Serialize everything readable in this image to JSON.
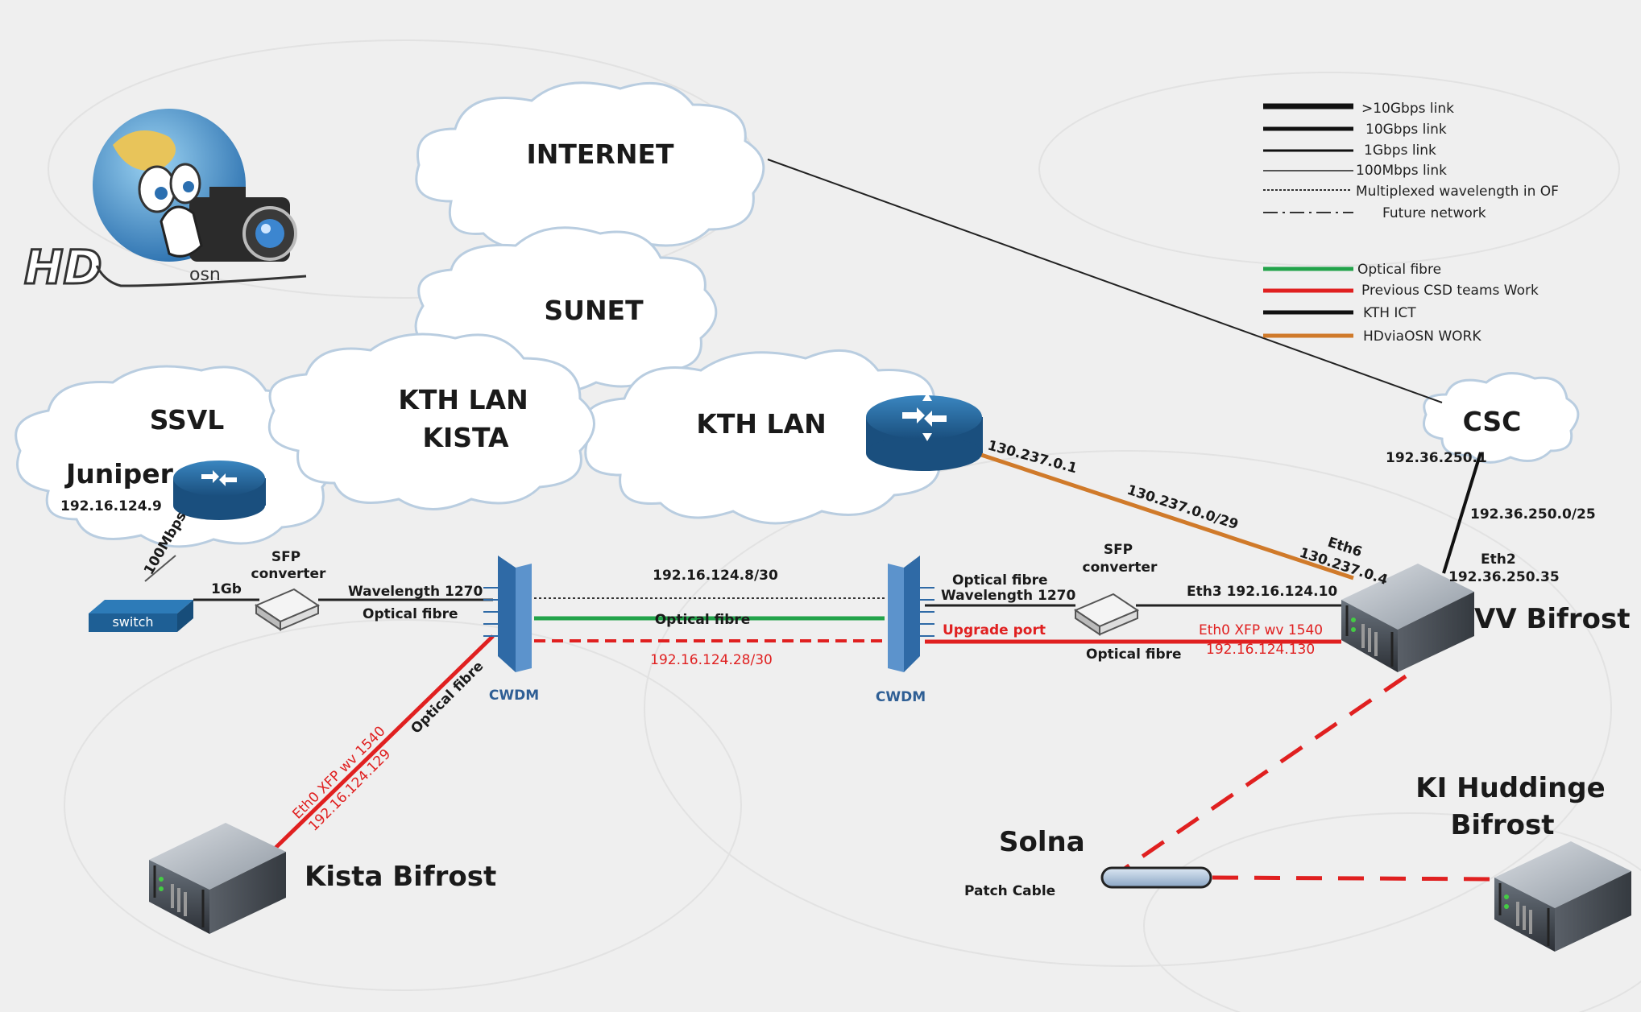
{
  "colors": {
    "optical_fibre": "#22a34a",
    "previous_csd": "#e02020",
    "kth_ict": "#111111",
    "hdviaosn": "#d07a2a",
    "cwdm": "#2f6aa6",
    "router": "#1f5f8f",
    "background": "#efefef"
  },
  "logo": {
    "text": "HD",
    "subtext": "osn"
  },
  "clouds": {
    "internet": "INTERNET",
    "sunet": "SUNET",
    "kth_lan_kista_1": "KTH LAN",
    "kth_lan_kista_2": "KISTA",
    "kth_lan": "KTH LAN",
    "ssvl": "SSVL",
    "csc": "CSC"
  },
  "juniper": {
    "label": "Juniper",
    "ip": "192.16.124.9"
  },
  "switch": {
    "label": "switch"
  },
  "links": {
    "link_100mbps": "100Mbps",
    "link_1gb": "1Gb",
    "sfp_left_1": "SFP",
    "sfp_left_2": "converter",
    "wavelength_left": "Wavelength 1270",
    "optical_fibre_left": "Optical fibre",
    "subnet_top": "192.16.124.8/30",
    "optical_fibre_mid": "Optical fibre",
    "subnet_red": "192.16.124.28/30",
    "cwdm_left": "CWDM",
    "cwdm_right": "CWDM",
    "optical_fibre_right_1": "Optical fibre",
    "wavelength_right": "Wavelength 1270",
    "upgrade_port": "Upgrade port",
    "sfp_right_1": "SFP",
    "sfp_right_2": "converter",
    "eth3": "Eth3 192.16.124.10",
    "eth0_vv_1": "Eth0 XFP wv 1540",
    "eth0_vv_2": "192.16.124.130",
    "optical_fibre_right_2": "Optical fibre",
    "router_ip": "130.237.0.1",
    "router_subnet": "130.237.0.0/29",
    "eth6_1": "Eth6",
    "eth6_2": "130.237.0.4",
    "csc_ip": "192.36.250.1",
    "csc_subnet": "192.36.250.0/25",
    "eth2_1": "Eth2",
    "eth2_2": "192.36.250.35",
    "kista_optical": "Optical fibre",
    "kista_eth0_1": "Eth0 XFP wv 1540",
    "kista_eth0_2": "192.16.124.129"
  },
  "nodes": {
    "vv_bifrost": "VV Bifrost",
    "kista_bifrost": "Kista Bifrost",
    "ki_huddinge_1": "KI Huddinge",
    "ki_huddinge_2": "Bifrost",
    "solna": "Solna",
    "patch_cable": "Patch Cable"
  },
  "legend": {
    "line_types": [
      ">10Gbps link",
      "10Gbps link",
      "1Gbps link",
      "100Mbps link",
      "Multiplexed wavelength in OF",
      "Future network"
    ],
    "colors": [
      "Optical fibre",
      "Previous CSD  teams Work",
      "KTH ICT",
      "HDviaOSN WORK"
    ]
  }
}
